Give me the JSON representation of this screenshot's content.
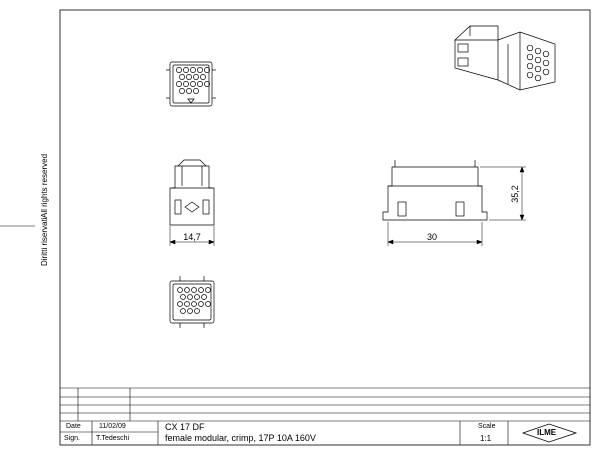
{
  "side_notes": {
    "rights_it": "Diritti riservati",
    "rights_en": "All rights reserved"
  },
  "dimensions": {
    "width_front": "14,7",
    "width_side": "30",
    "height_side": "35,2"
  },
  "title_block": {
    "date_label": "Date",
    "date_value": "11/02/09",
    "sign_label": "Sign.",
    "sign_value": "T.Tedeschi",
    "code": "CX 17 DF",
    "description": "female modular, crimp, 17P 10A 160V",
    "scale_label": "Scale",
    "scale_value": "1:1",
    "logo_text": "ILME"
  },
  "colors": {
    "line": "#000000",
    "background": "#ffffff"
  }
}
